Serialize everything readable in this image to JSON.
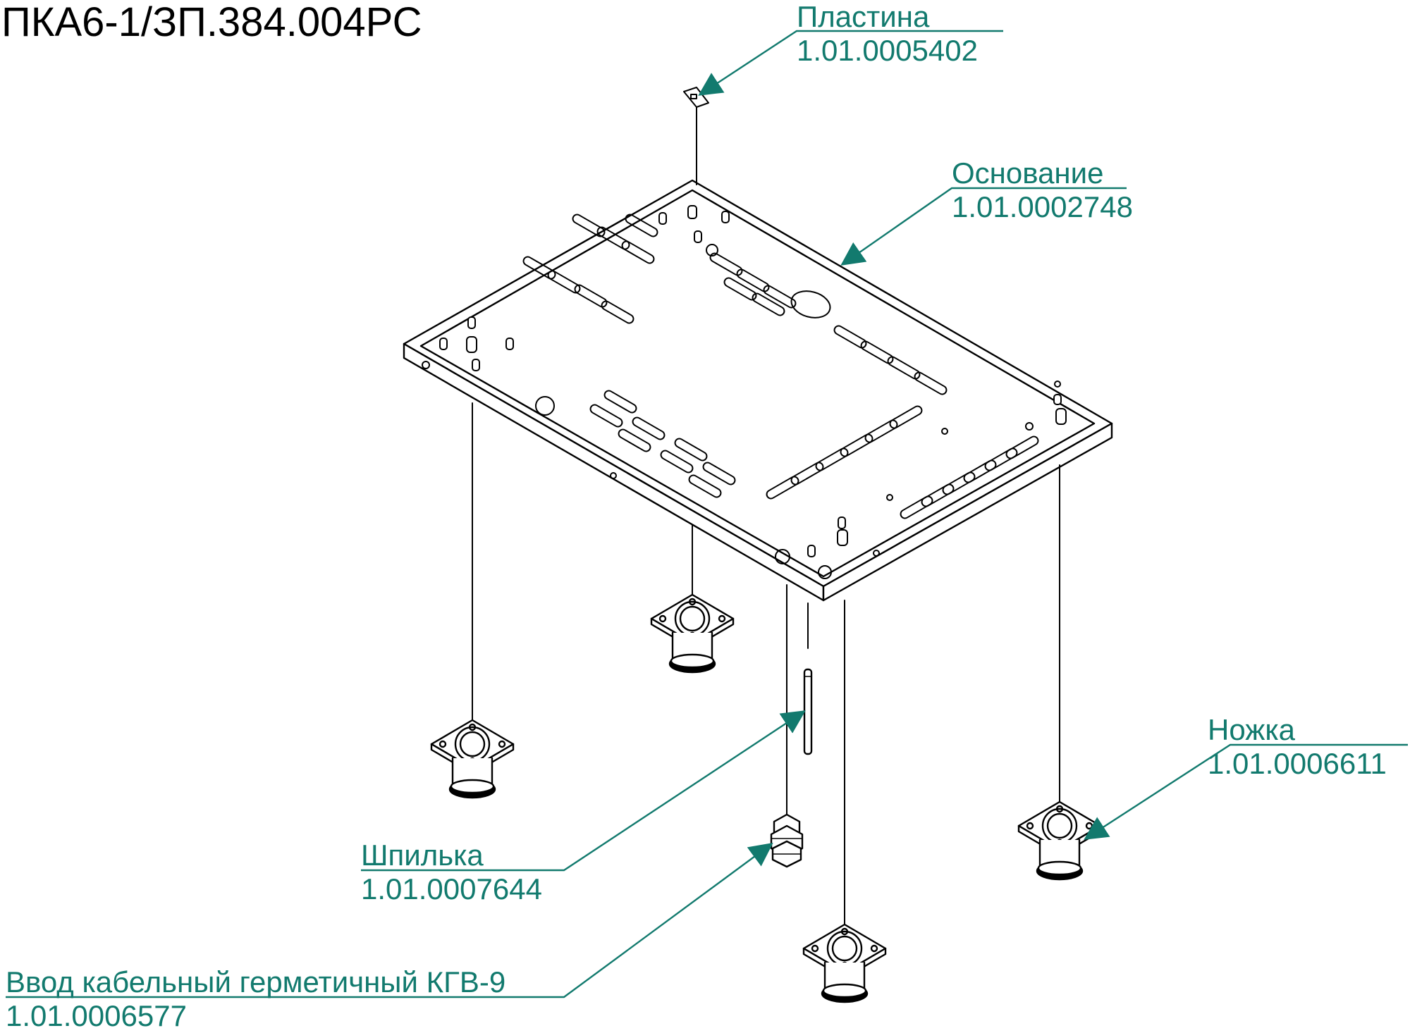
{
  "document": {
    "title": "ПКА6-1/ЗП.384.004РС"
  },
  "colors": {
    "drawing_line": "#000000",
    "callout": "#127a6e",
    "background": "#ffffff"
  },
  "callouts": [
    {
      "id": "plate",
      "name": "Пластина",
      "code": "1.01.0005402"
    },
    {
      "id": "base",
      "name": "Основание",
      "code": "1.01.0002748"
    },
    {
      "id": "leg",
      "name": "Ножка",
      "code": "1.01.0006611"
    },
    {
      "id": "stud",
      "name": "Шпилька",
      "code": "1.01.0007644"
    },
    {
      "id": "gland",
      "name": "Ввод кабельный герметичный КГВ-9",
      "code": "1.01.0006577"
    }
  ]
}
